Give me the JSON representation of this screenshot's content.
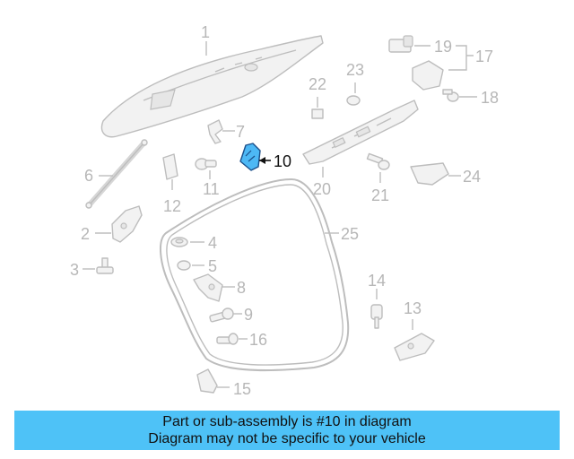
{
  "callouts": {
    "c1": "1",
    "c2": "2",
    "c3": "3",
    "c4": "4",
    "c5": "5",
    "c6": "6",
    "c7": "7",
    "c8": "8",
    "c9": "9",
    "c10": "10",
    "c11": "11",
    "c12": "12",
    "c13": "13",
    "c14": "14",
    "c15": "15",
    "c16": "16",
    "c17": "17",
    "c18": "18",
    "c19": "19",
    "c20": "20",
    "c21": "21",
    "c22": "22",
    "c23": "23",
    "c24": "24",
    "c25": "25"
  },
  "highlighted_part": "10",
  "banner": {
    "line1": "Part or sub-assembly is #10 in diagram",
    "line2": "Diagram may not be specific to your vehicle"
  },
  "colors": {
    "highlight": "#4db8f5",
    "banner": "#4ec2f7",
    "line_art": "#bdbdbd"
  }
}
